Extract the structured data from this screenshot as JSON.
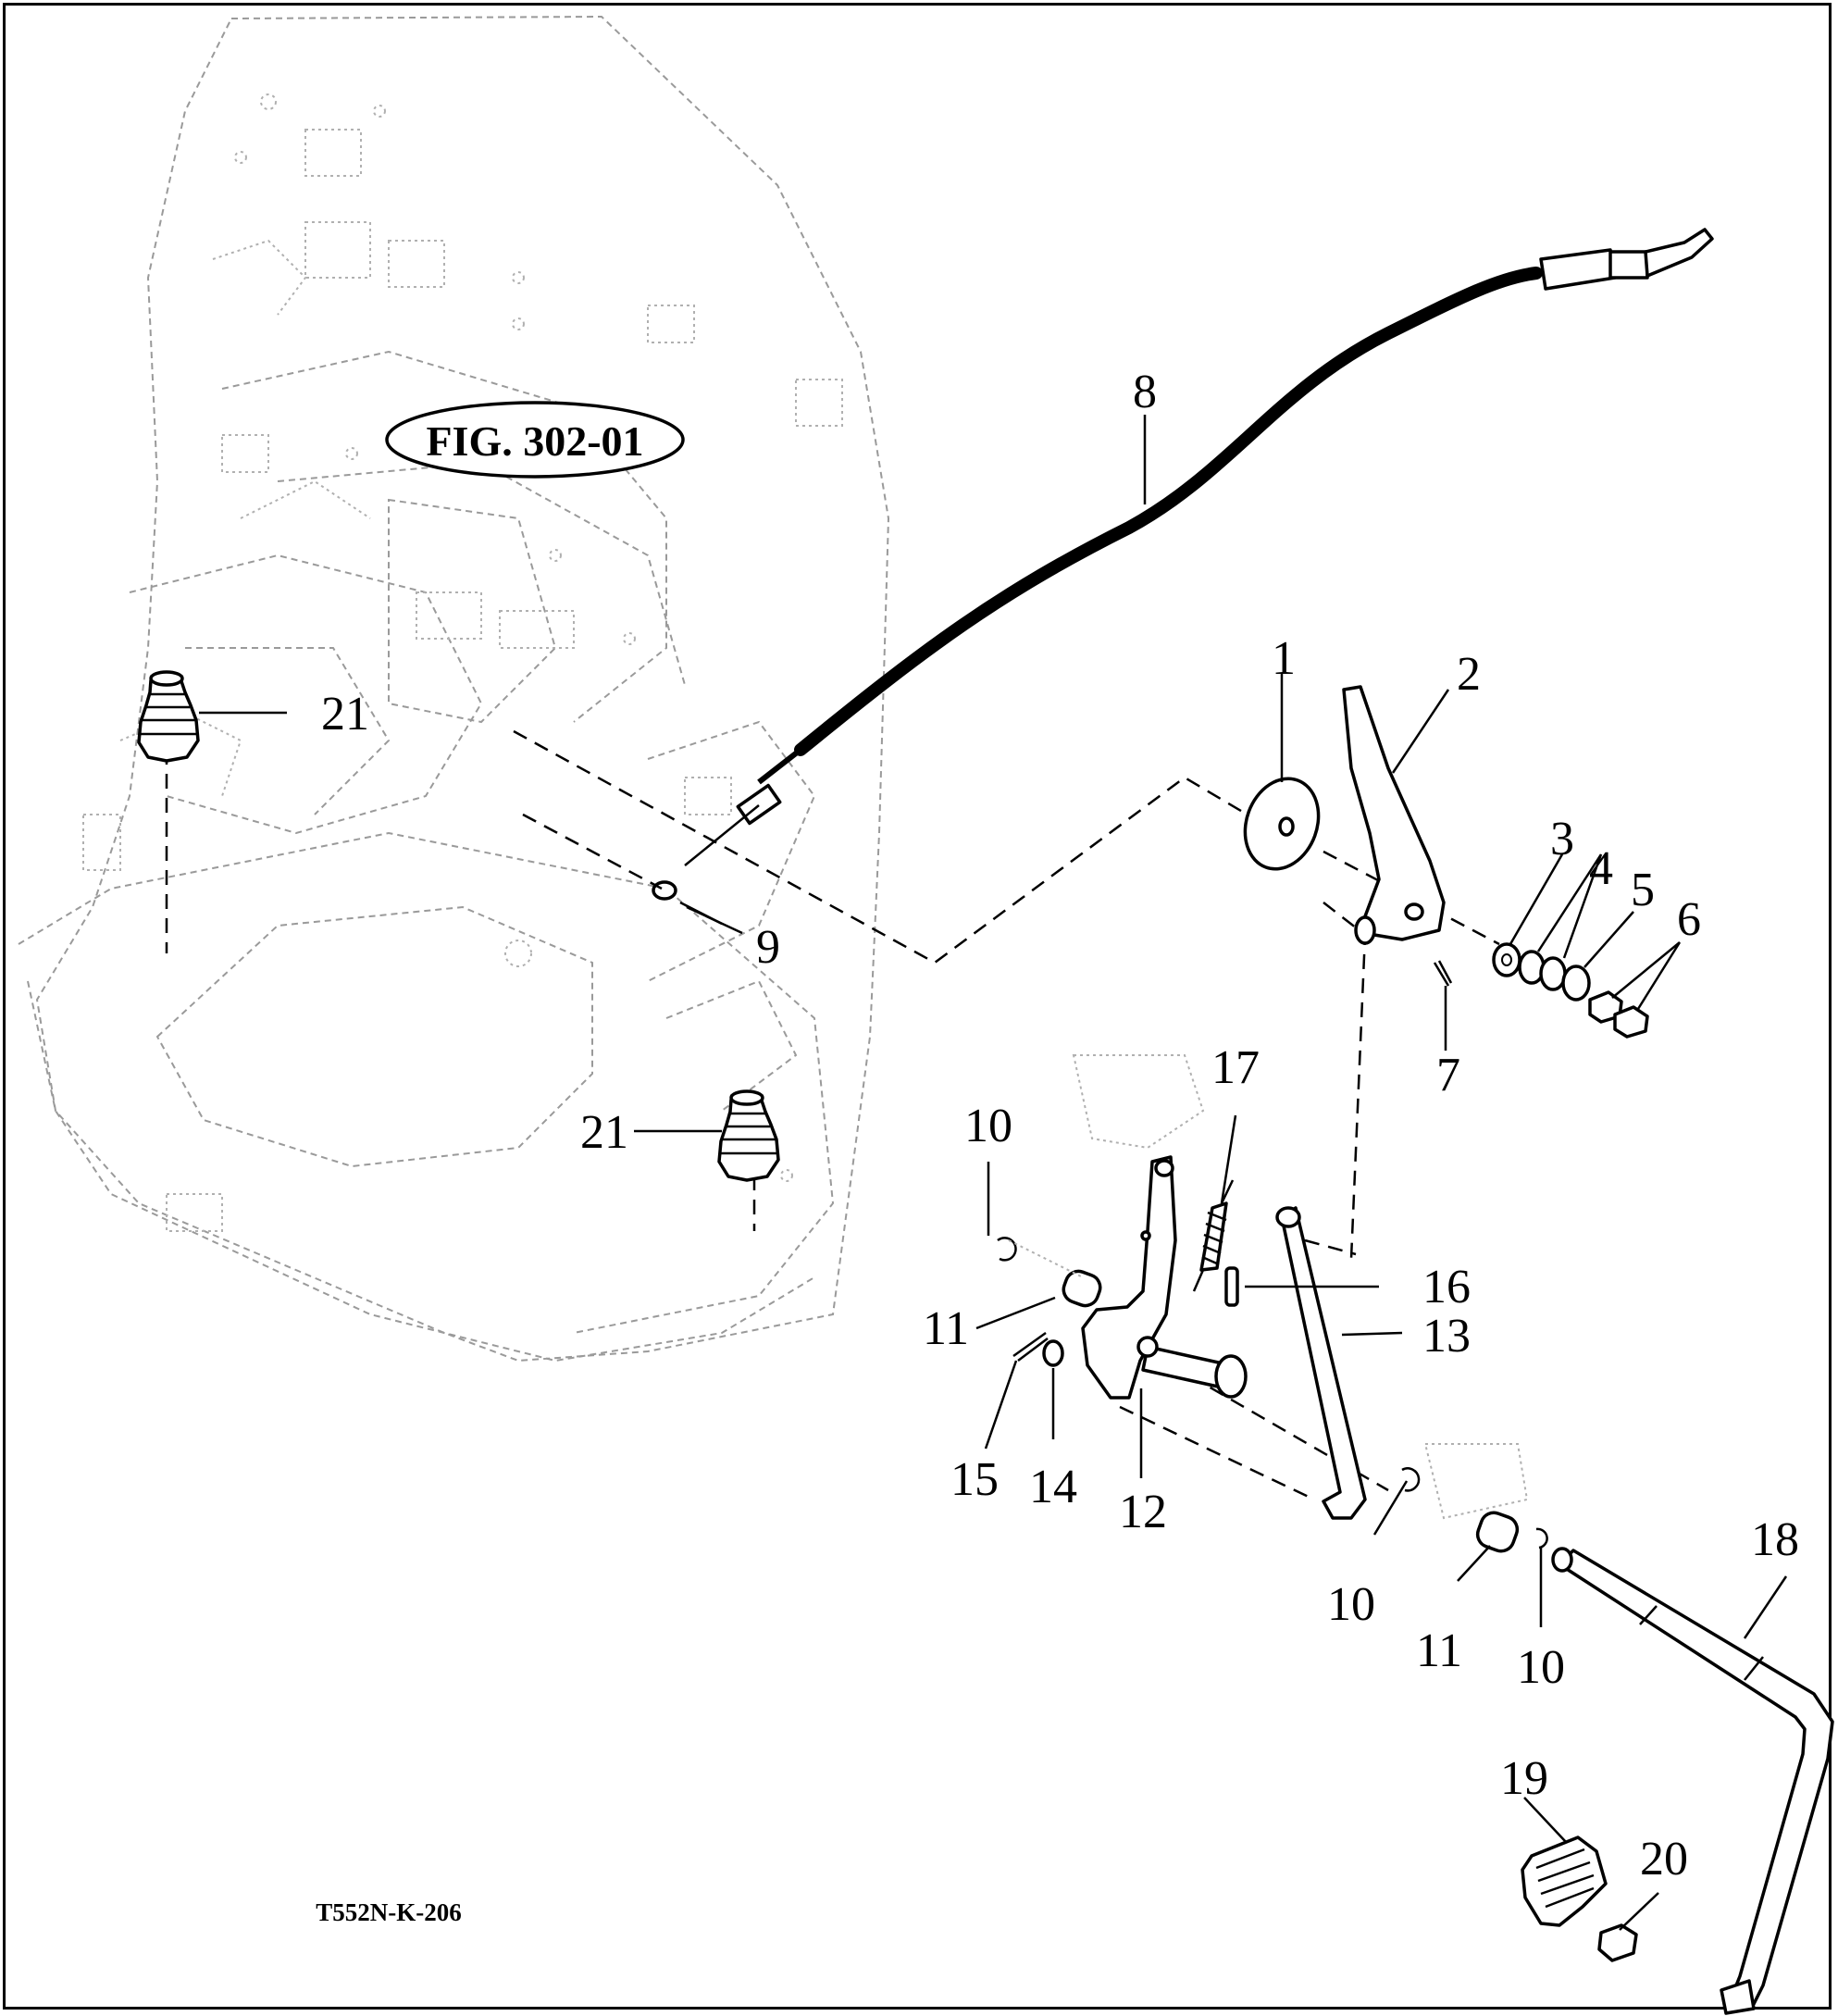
{
  "figure_reference": "FIG. 302-01",
  "drawing_code": "T552N-K-206",
  "callouts": [
    {
      "id": "c1",
      "text": "1"
    },
    {
      "id": "c2",
      "text": "2"
    },
    {
      "id": "c3",
      "text": "3"
    },
    {
      "id": "c4",
      "text": "4"
    },
    {
      "id": "c5",
      "text": "5"
    },
    {
      "id": "c6",
      "text": "6"
    },
    {
      "id": "c7",
      "text": "7"
    },
    {
      "id": "c8",
      "text": "8"
    },
    {
      "id": "c9",
      "text": "9"
    },
    {
      "id": "c10a",
      "text": "10"
    },
    {
      "id": "c10b",
      "text": "10"
    },
    {
      "id": "c10c",
      "text": "10"
    },
    {
      "id": "c11a",
      "text": "11"
    },
    {
      "id": "c11b",
      "text": "11"
    },
    {
      "id": "c12",
      "text": "12"
    },
    {
      "id": "c13",
      "text": "13"
    },
    {
      "id": "c14",
      "text": "14"
    },
    {
      "id": "c15",
      "text": "15"
    },
    {
      "id": "c16",
      "text": "16"
    },
    {
      "id": "c17",
      "text": "17"
    },
    {
      "id": "c18",
      "text": "18"
    },
    {
      "id": "c19",
      "text": "19"
    },
    {
      "id": "c20",
      "text": "20"
    },
    {
      "id": "c21a",
      "text": "21"
    },
    {
      "id": "c21b",
      "text": "21"
    }
  ]
}
